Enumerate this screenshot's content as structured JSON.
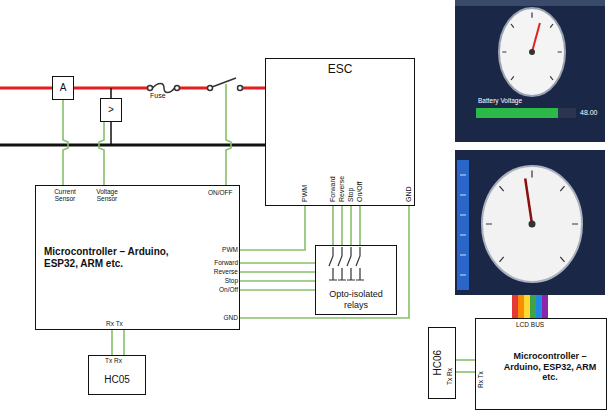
{
  "diagram": {
    "nodes": [
      {
        "text": [
          "ESC"
        ]
      },
      {
        "text": [
          "Microcontroller – Arduino, ESP32, ARM etc."
        ]
      },
      {
        "text": [
          "Opto-isolated relays"
        ]
      },
      {
        "text": [
          "HC05"
        ]
      },
      {
        "text": [
          "A"
        ]
      },
      {
        "text": [
          ">"
        ]
      },
      {
        "text": [
          "Microcontroller – Arduino, ESP32, ARM etc."
        ]
      },
      {
        "text": [
          "HC06"
        ]
      }
    ],
    "edges": [
      {
        "from": 4,
        "to": 1,
        "arrow": "none"
      },
      {
        "from": 5,
        "to": 1,
        "arrow": "none"
      },
      {
        "from": 1,
        "to": 0,
        "arrow": "none"
      },
      {
        "from": 1,
        "to": 2,
        "arrow": "none"
      },
      {
        "from": 1,
        "to": 2,
        "arrow": "none"
      },
      {
        "from": 1,
        "to": 2,
        "arrow": "none"
      },
      {
        "from": 1,
        "to": 2,
        "arrow": "none"
      },
      {
        "from": 2,
        "to": 0,
        "arrow": "none"
      },
      {
        "from": 2,
        "to": 0,
        "arrow": "none"
      },
      {
        "from": 2,
        "to": 0,
        "arrow": "none"
      },
      {
        "from": 2,
        "to": 0,
        "arrow": "none"
      },
      {
        "from": 1,
        "to": 0,
        "arrow": "none"
      },
      {
        "from": 1,
        "to": 3,
        "arrow": "none"
      },
      {
        "from": 1,
        "to": 3,
        "arrow": "none"
      },
      {
        "from": 7,
        "to": 6,
        "arrow": "none"
      },
      {
        "from": 7,
        "to": 6,
        "arrow": "none"
      }
    ],
    "labels": [
      "Fuse",
      "Current Sensor",
      "Voltage Sensor",
      "ON/OFF",
      "PWM",
      "Forward",
      "Reverse",
      "Stop",
      "On/Off",
      "GND",
      "Rx Tx",
      "Tx Rx",
      "PWM",
      "Forward",
      "Reverse",
      "Stop",
      "On/Off",
      "GND",
      "Battery Voltage",
      "48.00",
      "LCD BUS",
      "Rx Tx",
      "Tx Rx"
    ]
  }
}
